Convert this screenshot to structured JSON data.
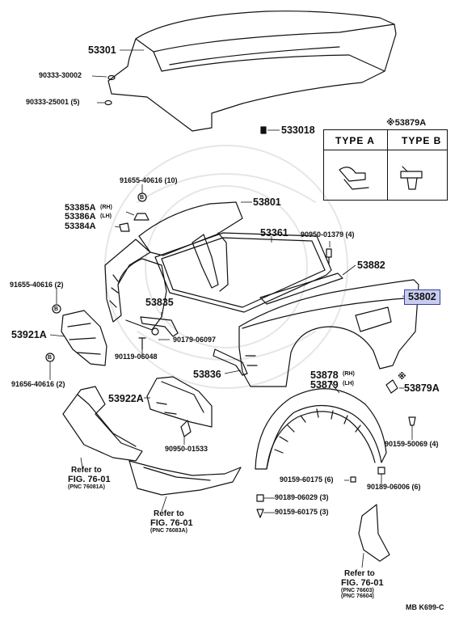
{
  "part_numbers": {
    "hood": "53301",
    "hood_bumper": "90333-30002",
    "hood_stopper": "90333-25001 (5)",
    "hood_support": "533018",
    "clip_type_ref": "※53879A",
    "screw_10": "91655-40616 (10)",
    "bracket_rh": "53385A",
    "bracket_lh": "53386A",
    "rh": "(RH)",
    "lh": "(LH)",
    "retainer": "53384A",
    "fender_rh": "53801",
    "fender_lh": "53802",
    "seal": "53361",
    "clip_4": "90950-01379 (4)",
    "protector": "53882",
    "screw_2a": "91655-40616 (2)",
    "stay": "53835",
    "splash_shield": "53921A",
    "bolt_06097": "90179-06097",
    "bolt_06048": "90119-06048",
    "stay_lh": "53836",
    "liner_rh": "53878",
    "liner_lh": "53879",
    "clip_mark": "※",
    "clip": "53879A",
    "screw_2b": "91656-40616 (2)",
    "shield_lower": "53922A",
    "clip_01533": "90950-01533",
    "screw_50069": "90159-50069 (4)",
    "screw_60175a": "90159-60175 (6)",
    "nut_06029": "90189-06029 (3)",
    "nut_06006": "90189-06006 (6)",
    "screw_60175b": "90159-60175 (3)"
  },
  "clip_table": {
    "type_a": "TYPE  A",
    "type_b": "TYPE  B"
  },
  "references": [
    {
      "refer": "Refer to",
      "fig": "FIG. 76-01",
      "pnc": "(PNC 76081A)"
    },
    {
      "refer": "Refer to",
      "fig": "FIG. 76-01",
      "pnc": "(PNC 76083A)"
    },
    {
      "refer": "Refer to",
      "fig": "FIG. 76-01",
      "pnc": "(PNC 76603)",
      "pnc2": "(PNC 76604)"
    }
  ],
  "footer": "MB  K699-C",
  "callout_B": "B"
}
